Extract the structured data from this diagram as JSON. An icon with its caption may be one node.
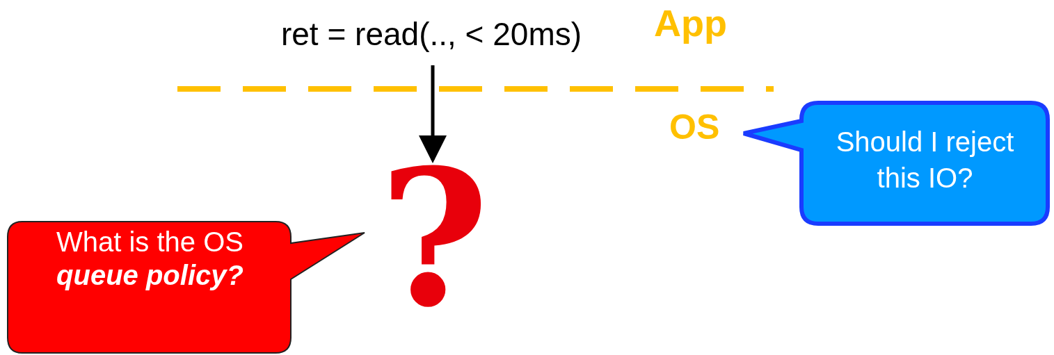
{
  "diagram": {
    "nodes": [
      {
        "text": [
          "ret = read(.., < 20ms)"
        ]
      },
      {
        "text": [
          "?"
        ]
      },
      {
        "text": [
          "What is the OS **queue policy?**"
        ]
      },
      {
        "text": [
          "Should I reject this IO?"
        ]
      }
    ],
    "edges": [
      {
        "from": 0,
        "to": 1,
        "arrow": "to"
      }
    ],
    "labels": [
      "App",
      "OS"
    ]
  }
}
